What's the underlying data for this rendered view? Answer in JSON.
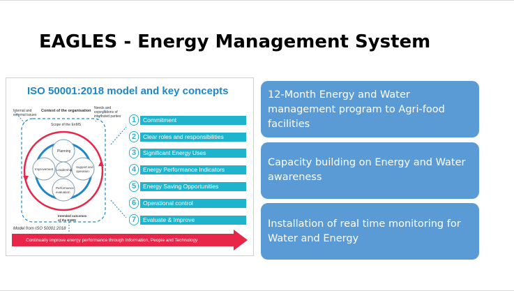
{
  "slide": {
    "title": "EAGLES - Energy Management System"
  },
  "figure": {
    "title": "ISO 50001:2018 model and key concepts",
    "context_label": "Context of the organisation",
    "internal_issues": "Internal and\nexternal issues",
    "needs_label": "Needs and\nexpectations of\ninterested parties",
    "scope_label": "Scope of the EnMS",
    "planning": "Planning",
    "leadership": "Leadership",
    "improvement": "Improvement",
    "support": "Support and\noperation",
    "performance": "Performance\nevaluation",
    "intended_outcomes": "Intended outcomes\nof the EnMS",
    "model_note": "Model from ISO 50001:2018",
    "banner": "Continually improve energy performance through Information, People and Technology",
    "steps": [
      {
        "num": "1",
        "label": "Commitment"
      },
      {
        "num": "2",
        "label": "Clear roles and responsibilities"
      },
      {
        "num": "3",
        "label": "Significant Energy Uses"
      },
      {
        "num": "4",
        "label": "Energy Performance Indicators"
      },
      {
        "num": "5",
        "label": "Energy Saving Opportunities"
      },
      {
        "num": "6",
        "label": "Operational control"
      },
      {
        "num": "7",
        "label": "Evaluate & Improve"
      }
    ],
    "colors": {
      "title": "#1f86c8",
      "step_bar": "#1fb4cd",
      "banner": "#e8264a"
    }
  },
  "boxes": [
    {
      "text": "12-Month Energy and Water management program to Agri-food facilities"
    },
    {
      "text": "Capacity building on Energy and Water awareness"
    },
    {
      "text": "Installation of real time monitoring for Water and Energy"
    }
  ],
  "colors": {
    "box_fill": "#5b9bd5",
    "box_text": "#ffffff"
  }
}
